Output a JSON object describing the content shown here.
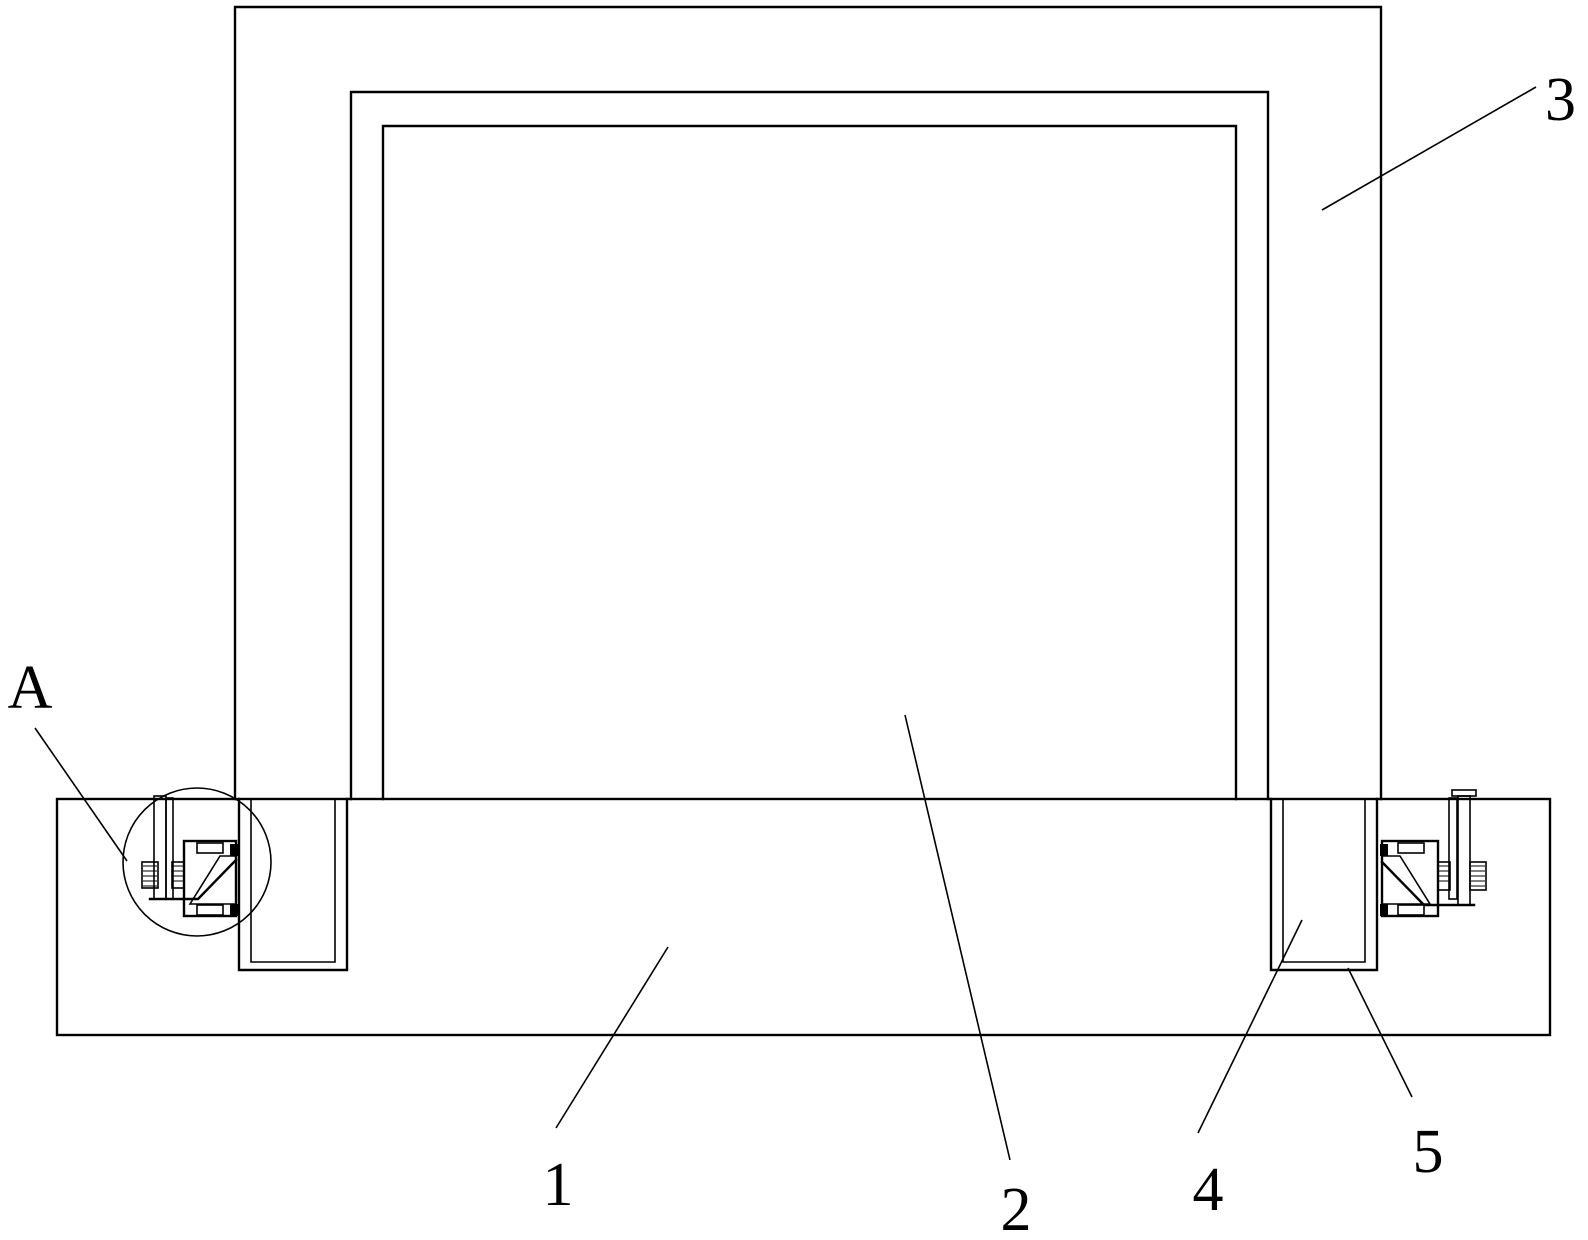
{
  "diagram": {
    "callouts": [
      {
        "id": "1",
        "text": "1"
      },
      {
        "id": "2",
        "text": "2"
      },
      {
        "id": "3",
        "text": "3"
      },
      {
        "id": "4",
        "text": "4"
      },
      {
        "id": "5",
        "text": "5"
      },
      {
        "id": "A",
        "text": "A"
      }
    ],
    "colors": {
      "line": "#000000",
      "background": "#ffffff"
    }
  }
}
